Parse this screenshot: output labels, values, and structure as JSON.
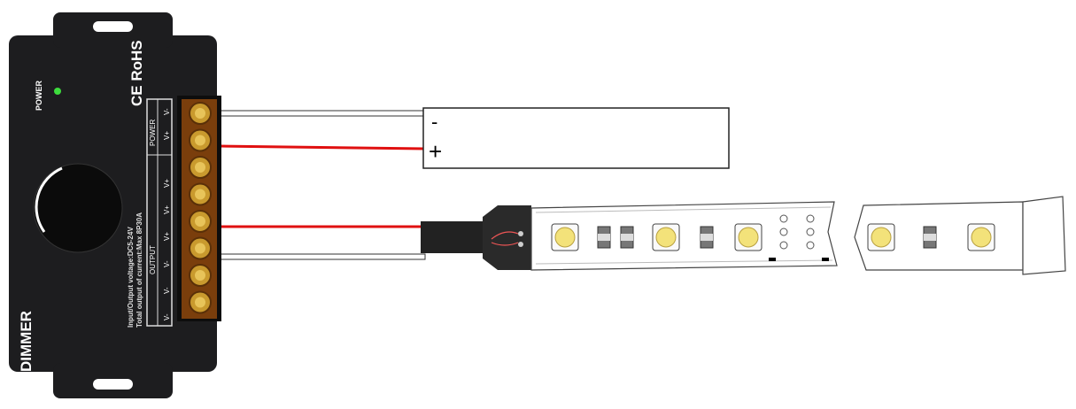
{
  "dimmer": {
    "name_label": "DIMMER",
    "power_label": "POWER",
    "cert_label": "CE RoHS",
    "spec_line1": "Input/Output voltage:DC5-24V",
    "spec_line2": "Total output of current:Max 8P30A",
    "output_label": "OUTPUT",
    "power_group_label": "POWER",
    "output_terminals": [
      "V-",
      "V-",
      "V-",
      "V+",
      "V+",
      "V+"
    ],
    "power_terminals": [
      "V+",
      "V-"
    ],
    "led_color": "#3ddc3d"
  },
  "power_supply": {
    "minus_label": "-",
    "plus_label": "+"
  },
  "colors": {
    "wire_red": "#e01010",
    "wire_white": "#ffffff",
    "terminal": "#8a4a10",
    "led": "#f3e27a"
  }
}
